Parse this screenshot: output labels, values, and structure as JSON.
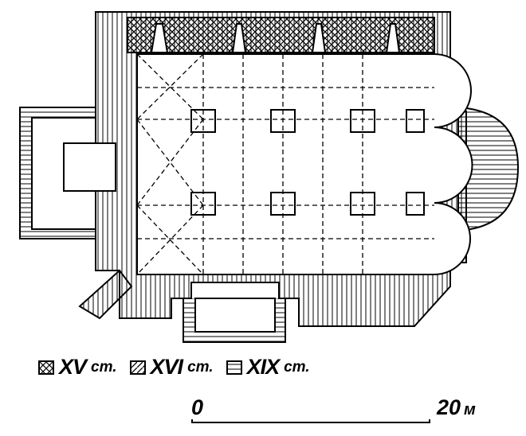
{
  "legend": [
    {
      "era": "XV",
      "suffix": "ст.",
      "pattern": "crosshatch"
    },
    {
      "era": "XVI",
      "suffix": "ст.",
      "pattern": "diagonal"
    },
    {
      "era": "XIX",
      "suffix": "ст.",
      "pattern": "horizontal"
    }
  ],
  "scale": {
    "start": "0",
    "end": "20",
    "unit": "м"
  }
}
